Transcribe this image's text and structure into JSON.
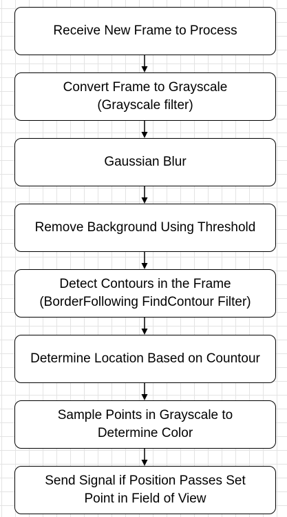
{
  "flowchart": {
    "steps": [
      {
        "label": "Receive New Frame to Process"
      },
      {
        "label": "Convert Frame to Grayscale\n(Grayscale filter)"
      },
      {
        "label": "Gaussian Blur"
      },
      {
        "label": "Remove Background Using Threshold"
      },
      {
        "label": "Detect Contours in the Frame\n(BorderFollowing FindContour Filter)"
      },
      {
        "label": "Determine Location Based on Countour"
      },
      {
        "label": "Sample Points in Grayscale to\nDetermine Color"
      },
      {
        "label": "Send Signal if Position Passes Set\nPoint in Field of View"
      }
    ],
    "connectors": [
      {
        "from": 0,
        "to": 1
      },
      {
        "from": 1,
        "to": 2
      },
      {
        "from": 2,
        "to": 3
      },
      {
        "from": 3,
        "to": 4
      },
      {
        "from": 4,
        "to": 5
      },
      {
        "from": 5,
        "to": 6
      },
      {
        "from": 6,
        "to": 7
      }
    ]
  }
}
